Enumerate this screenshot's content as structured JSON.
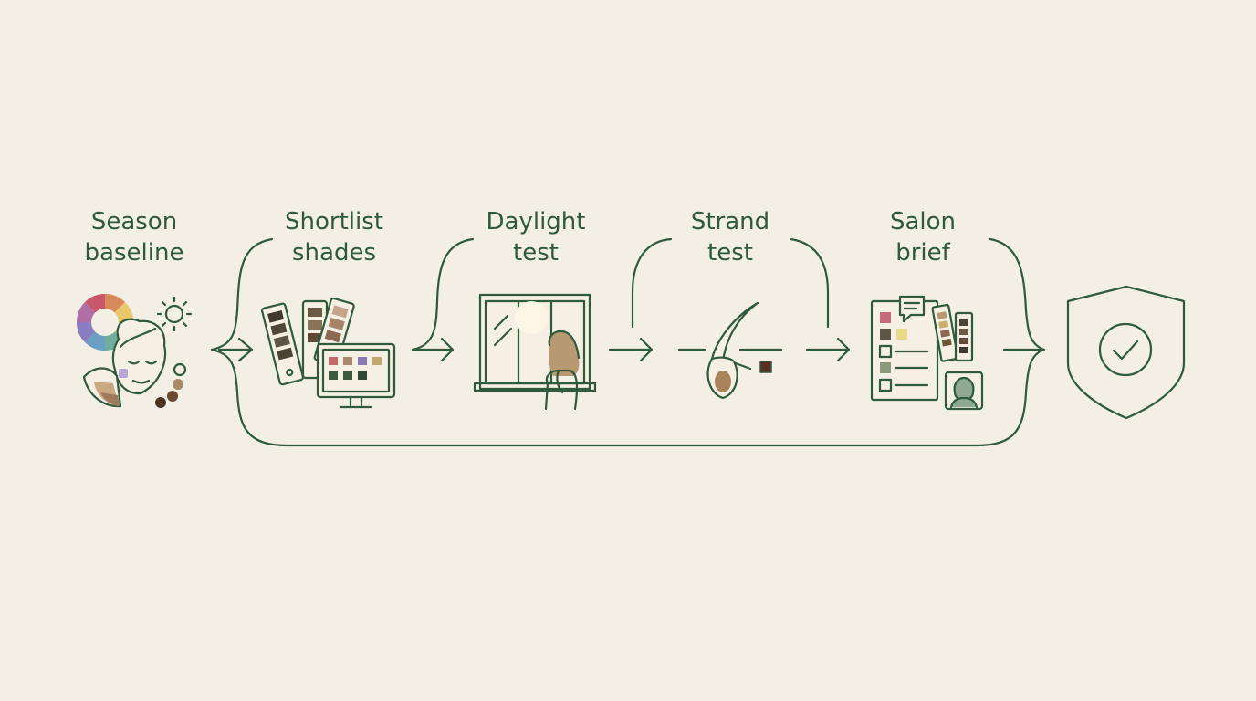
{
  "steps": [
    {
      "line1": "Season",
      "line2": "baseline",
      "icon": "season-color-wheel-face-icon"
    },
    {
      "line1": "Shortlist",
      "line2": "shades",
      "icon": "swatch-fan-monitor-icon"
    },
    {
      "line1": "Daylight",
      "line2": "test",
      "icon": "window-woman-icon"
    },
    {
      "line1": "Strand",
      "line2": "test",
      "icon": "hair-strand-icon"
    },
    {
      "line1": "Salon",
      "line2": "brief",
      "icon": "checklist-brief-icon"
    }
  ],
  "final": {
    "icon": "shield-check-icon"
  },
  "colors": {
    "background": "#f3efe5",
    "stroke": "#2f5a3c",
    "text": "#2f5a3c"
  }
}
